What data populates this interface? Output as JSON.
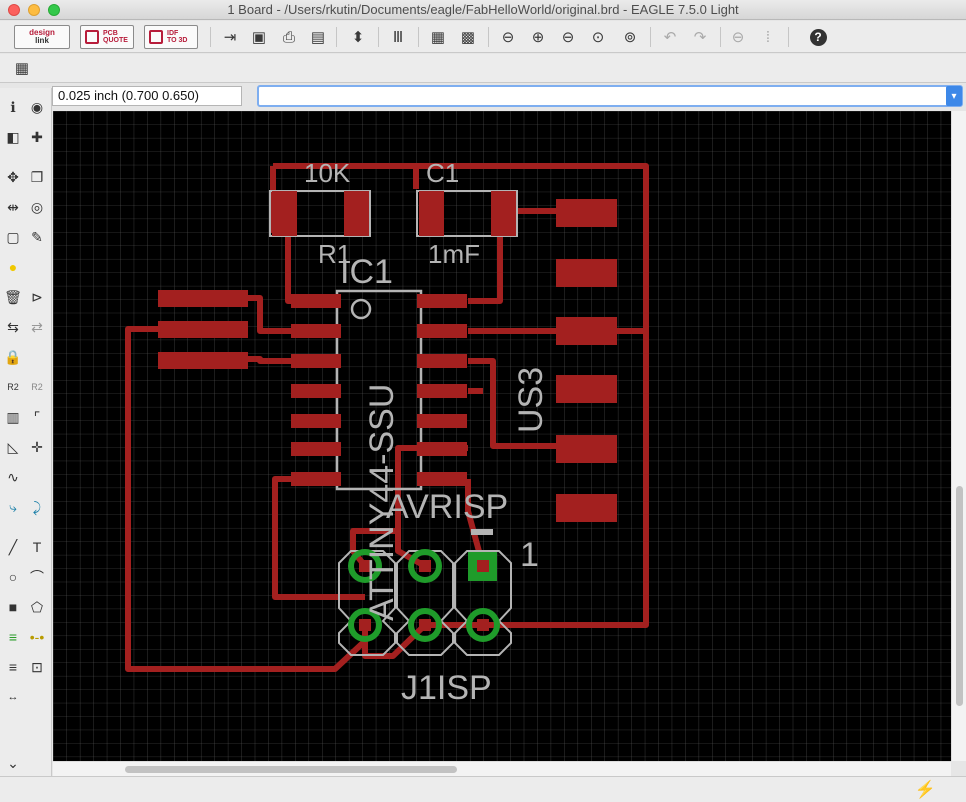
{
  "window": {
    "title": "1 Board - /Users/rkutin/Documents/eagle/FabHelloWorld/original.brd - EAGLE 7.5.0 Light"
  },
  "toolbar": {
    "design_link_line1": "design",
    "design_link_line2": "link",
    "pcb_quote_line1": "PCB",
    "pcb_quote_line2": "QUOTE",
    "idf_line1": "IDF",
    "idf_line2": "TO 3D",
    "help_label": "?"
  },
  "coordinate_display": "0.025 inch (0.700 0.650)",
  "command_input": {
    "value": ""
  },
  "colors": {
    "canvas_bg": "#000000",
    "grid": "#5a5a5a",
    "copper_top": "#a3201f",
    "silkscreen": "#b4b4b4",
    "pad_ring": "#1f9b2a",
    "accent": "#3d88e8"
  },
  "board": {
    "labels": {
      "r1_value": "10K",
      "r1_name": "R1",
      "c1_name": "C1",
      "c1_value": "1mF",
      "ic1_name": "IC1",
      "ic1_value": "ATTINY44-SSU",
      "u3_name": "US3",
      "avrisp": "AVRISP",
      "pin1": "1",
      "j1": "J1ISP"
    }
  }
}
